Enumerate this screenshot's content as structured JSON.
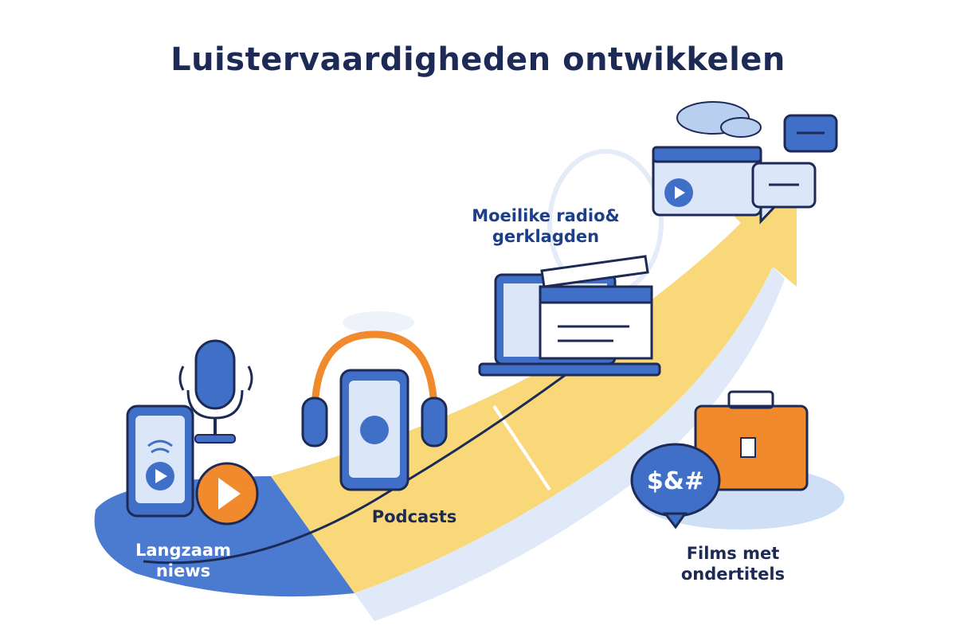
{
  "title": "Luistervaardigheden ontwikkelen",
  "colors": {
    "title": "#1d2a56",
    "blue": "#3f6fc7",
    "yellow": "#f8d879",
    "orange": "#f08a2c",
    "light_blue": "#d6e4f7"
  },
  "stages": [
    {
      "label_line1": "Langzaam",
      "label_line2": "niews",
      "icons": [
        "smartphone-play-icon",
        "microphone-icon",
        "play-button-icon"
      ]
    },
    {
      "label_line1": "Podcasts",
      "label_line2": "",
      "icons": [
        "headphones-icon",
        "smartphone-icon"
      ]
    },
    {
      "label_line1": "Moeilike radio&",
      "label_line2": "gerklagden",
      "icons": [
        "laptop-icon",
        "clapperboard-icon"
      ]
    },
    {
      "label_line1": "Films met",
      "label_line2": "ondertitels",
      "icons": [
        "briefcase-icon",
        "speech-bubble-icon"
      ]
    }
  ],
  "bubble_text": "$&#",
  "top_icons": [
    "radio-icon",
    "chat-bubble-icon",
    "cloud-icon"
  ]
}
